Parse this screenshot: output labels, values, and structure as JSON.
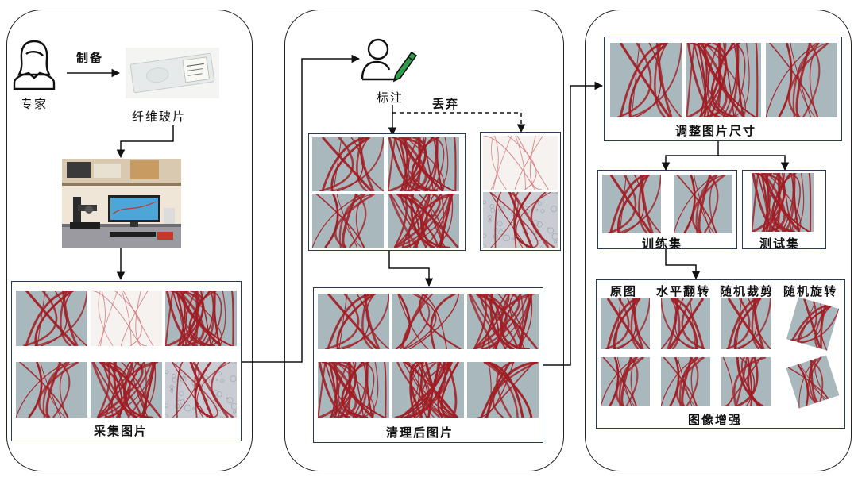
{
  "labels": {
    "expert": "专家",
    "prepare": "制备",
    "slide": "纤维玻片",
    "collected": "采集图片",
    "annotate": "标注",
    "discard": "丢弃",
    "cleaned": "清理后图片",
    "resize": "调整图片尺寸",
    "train": "训练集",
    "test": "测试集",
    "augment": "图像增强",
    "aug_original": "原图",
    "aug_hflip": "水平翻转",
    "aug_crop": "随机裁剪",
    "aug_rotate": "随机旋转"
  },
  "icons": {
    "expert": "person-icon",
    "annotate": "annotator-pencil-icon",
    "slide": "glass-slide-photo",
    "microscope": "microscope-workstation-photo"
  },
  "colors": {
    "fiber_red": "#a11d24",
    "tile_bg_gray": "#a9b8bd",
    "tile_bg_white": "#f5f2f0",
    "frame_border": "#2b3a55"
  }
}
